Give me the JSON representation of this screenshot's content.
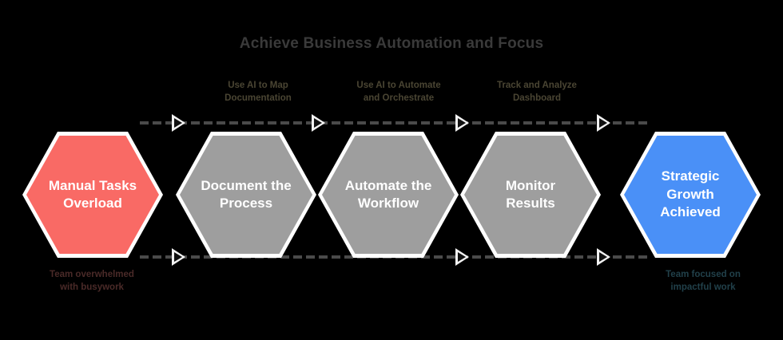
{
  "diagram": {
    "title": "Achieve Business Automation and Focus",
    "type": "horizontal-hexagon-process-flow",
    "background_color": "#000000",
    "title_color": "#3a3a3a",
    "rail_color": "#4a4a4a",
    "arrow_color": "#f2f2f2",
    "steps": [
      {
        "label": "Manual Tasks\nOverload",
        "line1": "Manual Tasks",
        "line2": "Overload",
        "color": "#f96a65",
        "role": "problem-state"
      },
      {
        "label": "Document the\nProcess",
        "line1": "Document the",
        "line2": "Process",
        "color": "#9e9e9e",
        "role": "process-step"
      },
      {
        "label": "Automate the\nWorkflow",
        "line1": "Automate the",
        "line2": "Workflow",
        "color": "#9e9e9e",
        "role": "process-step"
      },
      {
        "label": "Monitor\nResults",
        "line1": "Monitor",
        "line2": "Results",
        "color": "#9e9e9e",
        "role": "process-step"
      },
      {
        "label": "Strategic\nGrowth\nAchieved",
        "line1": "Strategic",
        "line2": "Growth",
        "line3": "Achieved",
        "color": "#4a90f7",
        "role": "outcome-state"
      }
    ],
    "step_notes": [
      {
        "line1": "Use AI to Map",
        "line2": "Documentation",
        "color": "#4a4533"
      },
      {
        "line1": "Use AI to Automate",
        "line2": "and Orchestrate",
        "color": "#4a4533"
      },
      {
        "line1": "Track and Analyze",
        "line2": "Dashboard",
        "color": "#4a4533"
      }
    ],
    "corner_notes": {
      "start": {
        "line1": "Team overwhelmed",
        "line2": "with busywork",
        "color": "#4a2a28"
      },
      "end": {
        "line1": "Team focused on",
        "line2": "impactful work",
        "color": "#21404a"
      }
    }
  }
}
